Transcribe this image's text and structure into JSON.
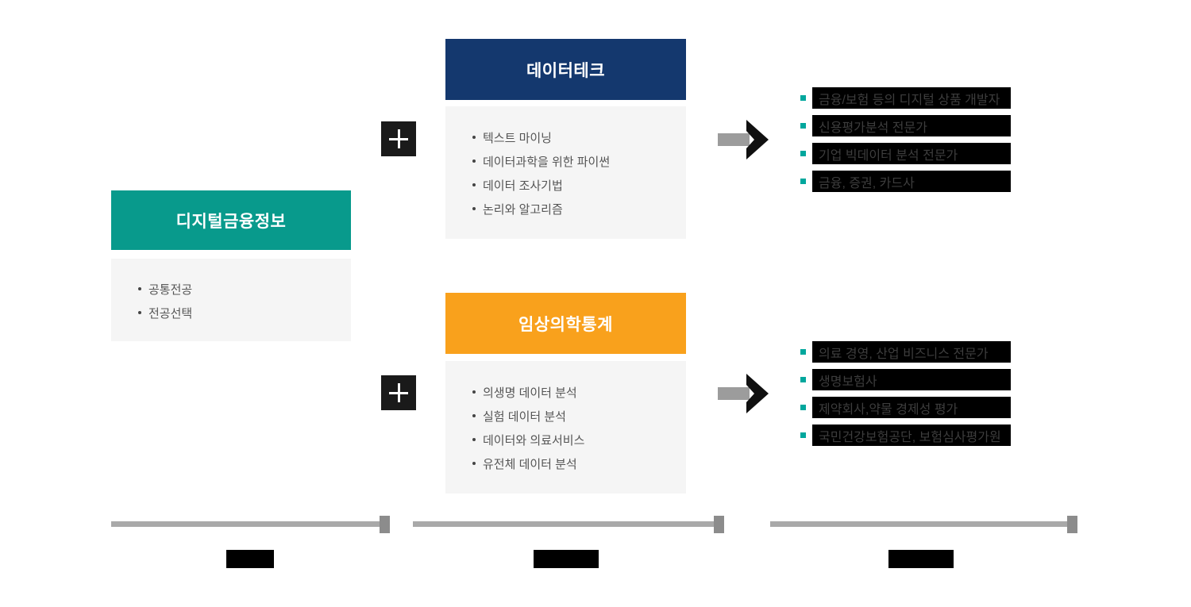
{
  "program": {
    "title": "디지털금융정보",
    "header_color": "#089a8c",
    "items": [
      "공통전공",
      "전공선택"
    ]
  },
  "tracks": [
    {
      "title": "데이터테크",
      "header_color": "#14386e",
      "courses": [
        "텍스트 마이닝",
        "데이터과학을 위한 파이썬",
        "데이터 조사기법",
        "논리와 알고리즘"
      ],
      "careers": [
        "금융/보험 등의 디지털 상품 개발자",
        "신용평가분석 전문가",
        "기업 빅데이터 분석 전문가",
        "금융, 증권, 카드사"
      ]
    },
    {
      "title": "임상의학통계",
      "header_color": "#f9a11c",
      "courses": [
        "의생명 데이터 분석",
        "실험 데이터 분석",
        "데이터와 의료서비스",
        "유전체 데이터 분석"
      ],
      "careers": [
        "의료 경영, 산업 비즈니스 전문가",
        "생명보험사",
        "제약회사,약물 경제성 평가",
        "국민건강보험공단, 보험심사평가원"
      ]
    }
  ],
  "colors": {
    "career_bullet": "#00a79d",
    "career_background": "#000000",
    "career_text": "#3d3d3d",
    "list_background": "#f5f5f5",
    "timeline_bar": "#a9a9a9",
    "timeline_handle": "#8c8c8c",
    "step_label_box": "#000000",
    "plus_icon": "#1a1a1a"
  }
}
